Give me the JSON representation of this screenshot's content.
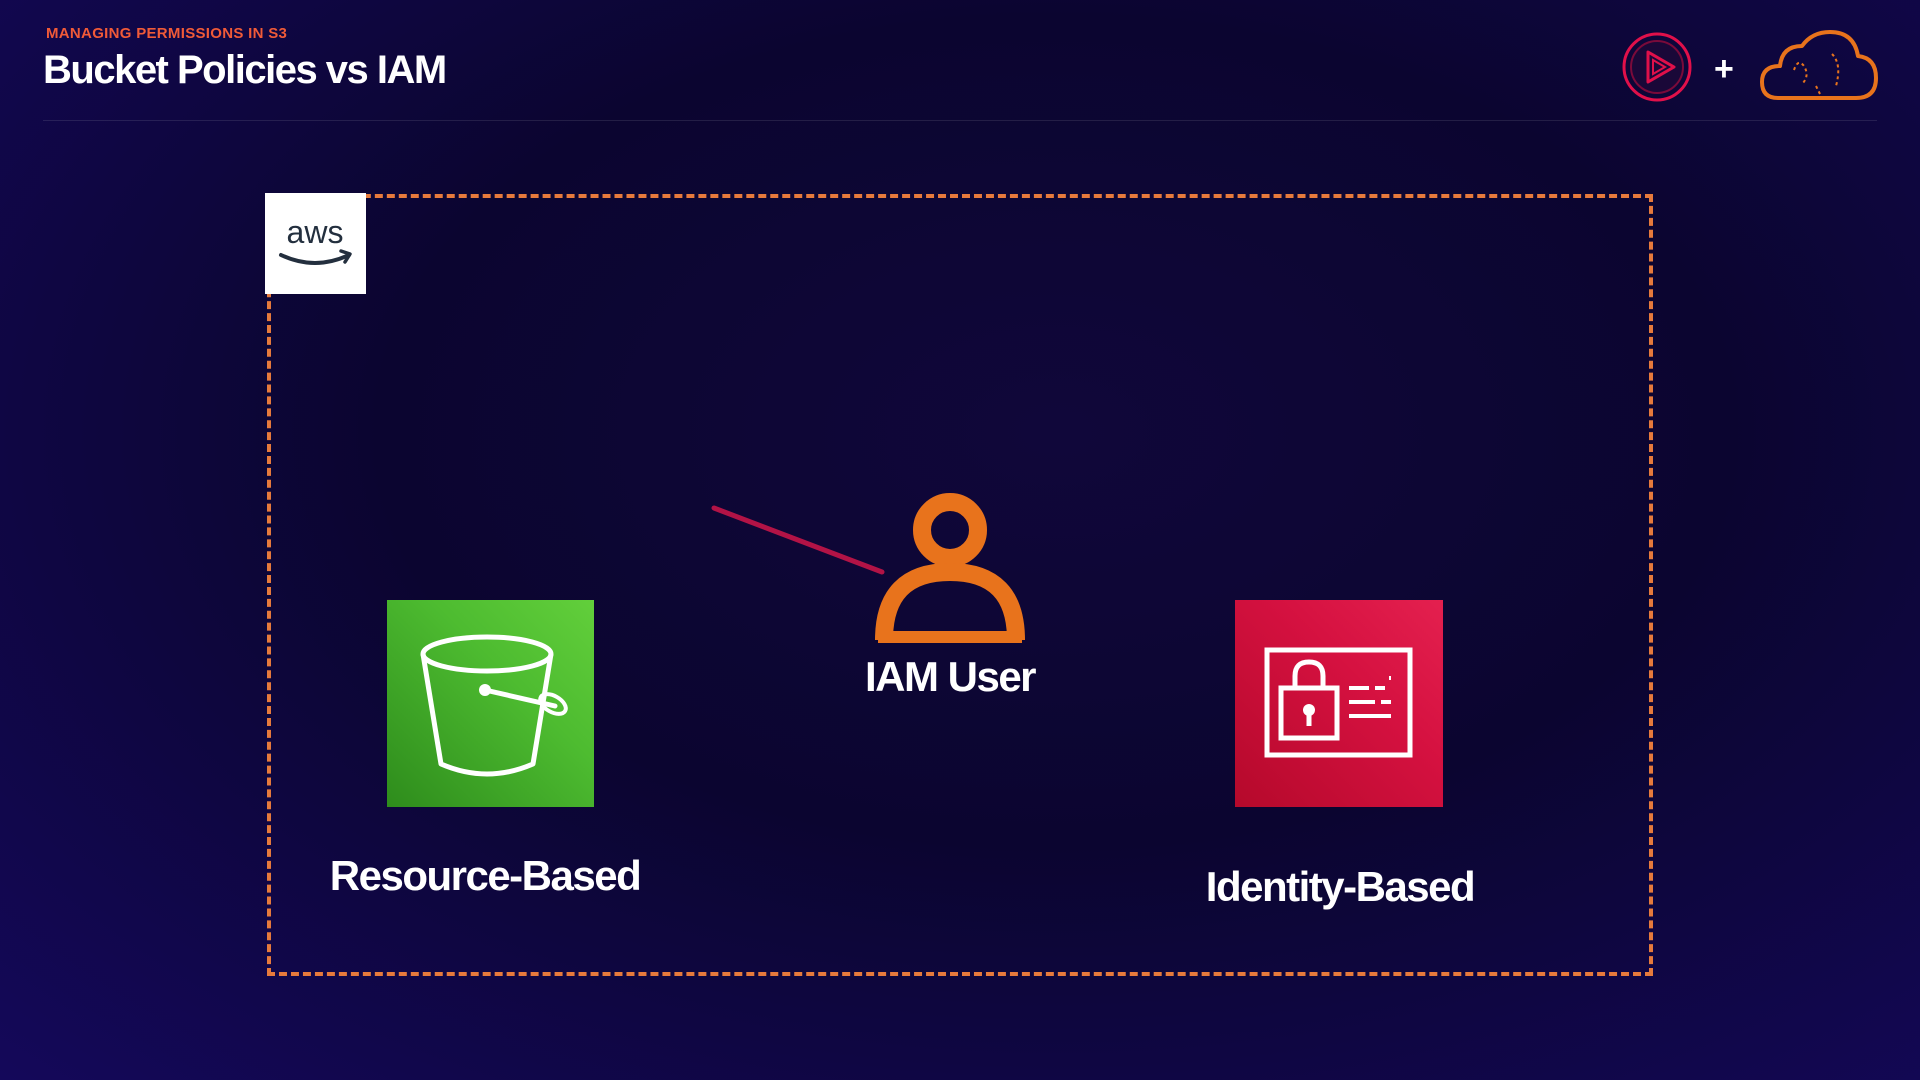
{
  "header": {
    "kicker": "MANAGING PERMISSIONS IN S3",
    "title": "Bucket Policies vs IAM",
    "plus": "+"
  },
  "logos": {
    "brand_a_icon": "play-circle-logo-icon",
    "brand_b_icon": "cloud-logo-icon",
    "aws_text": "aws"
  },
  "diagram": {
    "boundary_color": "#e67a3c",
    "user": {
      "icon": "user-icon",
      "label": "IAM User",
      "color": "#e8731c"
    },
    "resource": {
      "icon": "s3-bucket-icon",
      "label": "Resource-Based",
      "color": "#4dbb30"
    },
    "identity": {
      "icon": "id-card-lock-icon",
      "label": "Identity-Based",
      "color": "#d51140"
    }
  }
}
